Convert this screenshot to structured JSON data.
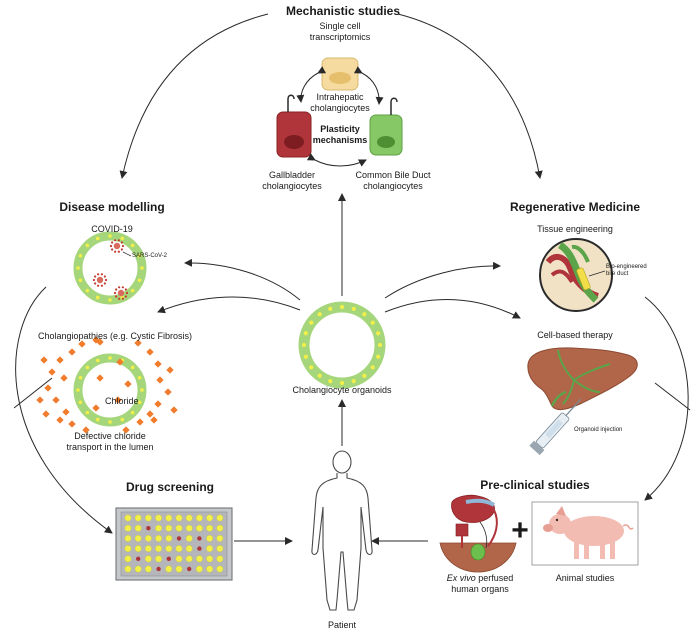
{
  "sections": {
    "mechanistic": {
      "title": "Mechanistic studies",
      "subtitle_line1": "Single cell",
      "subtitle_line2": "transcriptomics",
      "intrahepatic_line1": "Intrahepatic",
      "intrahepatic_line2": "cholangiocytes",
      "plasticity_line1": "Plasticity",
      "plasticity_line2": "mechanisms",
      "gallbladder_line1": "Gallbladder",
      "gallbladder_line2": "cholangiocytes",
      "cbd_line1": "Common Bile Duct",
      "cbd_line2": "cholangiocytes"
    },
    "disease": {
      "title": "Disease modelling",
      "covid": "COVID-19",
      "sars": "SARS-CoV-2",
      "cholangiopathies": "Cholangiopathies  (e.g. Cystic Fibrosis)",
      "chloride": "Chloride",
      "defective_line1": "Defective chloride",
      "defective_line2": "transport in the lumen"
    },
    "regenerative": {
      "title": "Regenerative Medicine",
      "tissue": "Tissue engineering",
      "bioeng_line1": "Bio-engineered",
      "bioeng_line2": "bile duct",
      "cell_therapy": "Cell-based therapy",
      "organoid_injection": "Organoid injection"
    },
    "center": {
      "organoids": "Cholangiocyte organoids"
    },
    "drug": {
      "title": "Drug screening"
    },
    "patient": {
      "label": "Patient"
    },
    "preclinical": {
      "title": "Pre-clinical studies",
      "exvivo_italic": "Ex vivo",
      "exvivo_rest": " perfused",
      "exvivo_line2": "human organs",
      "plus": "+",
      "animal": "Animal studies"
    }
  },
  "colors": {
    "ring_green": "#a6d67c",
    "ring_yellow": "#f2ef4a",
    "gallbladder_red": "#b0353a",
    "cbd_green": "#84c864",
    "intra_tan": "#f3d795",
    "virus_red": "#c0392b",
    "chloride_orange": "#f07c2c",
    "liver_brown": "#b1664a",
    "pig_pink": "#f2bcb3",
    "arrow_dark": "#2a2a2a"
  }
}
